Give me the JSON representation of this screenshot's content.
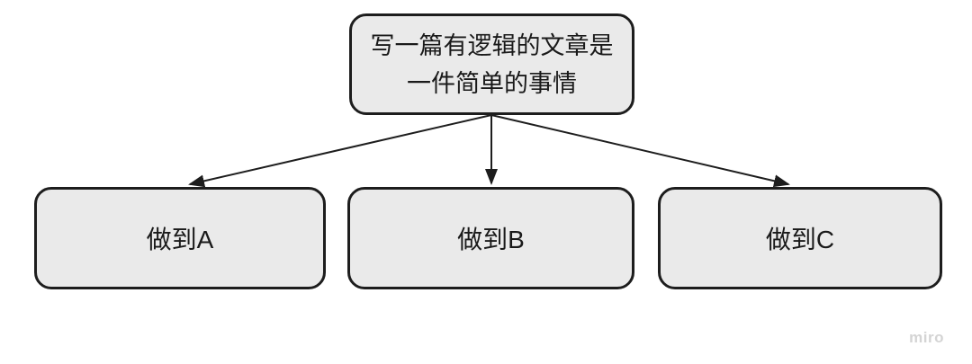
{
  "diagram": {
    "background": "#ffffff",
    "style": {
      "box_fill": "#eaeaea",
      "box_border": "#1d1d1d",
      "arrow_color": "#1d1d1d",
      "text_color": "#1a1a1a",
      "watermark_color": "#d4d4d4"
    },
    "root": {
      "id": "root",
      "lines": [
        "写一篇有逻辑的文章是",
        "一件简单的事情"
      ]
    },
    "children": [
      {
        "id": "box-a",
        "label": "做到A"
      },
      {
        "id": "box-b",
        "label": "做到B"
      },
      {
        "id": "box-c",
        "label": "做到C"
      }
    ],
    "edges": [
      {
        "from": "root",
        "to": "box-a"
      },
      {
        "from": "root",
        "to": "box-b"
      },
      {
        "from": "root",
        "to": "box-c"
      }
    ],
    "watermark": "miro"
  }
}
